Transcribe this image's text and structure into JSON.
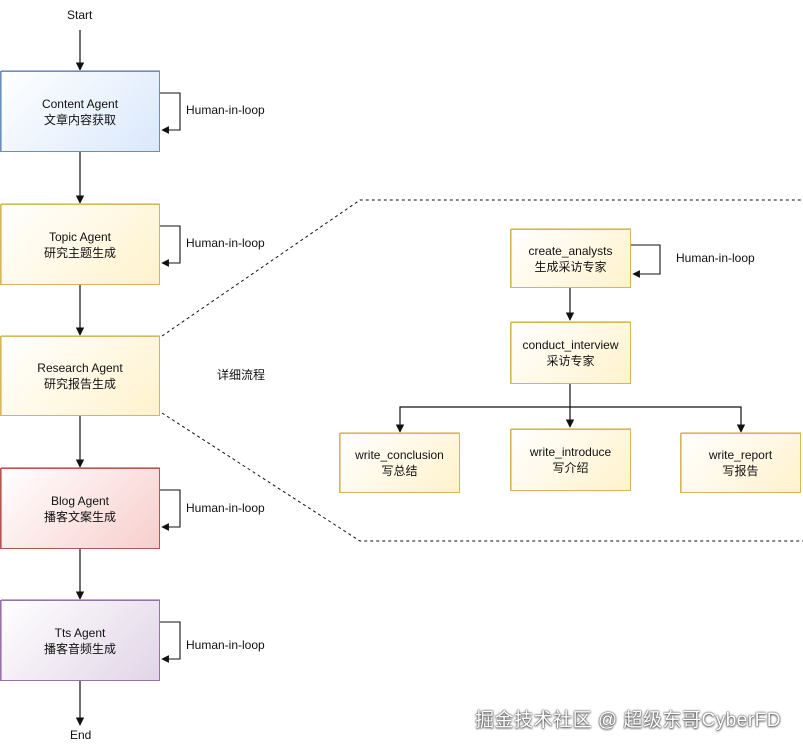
{
  "start_label": "Start",
  "end_label": "End",
  "human_in_loop_label": "Human-in-loop",
  "detail_label": "详细流程",
  "watermark": "掘金技术社区 @ 超级东哥CyberFD",
  "colors": {
    "content_stroke": "#6c8ebf",
    "content_fill": "#dae8fc",
    "agent_stroke": "#d6b656",
    "agent_fill": "#fff2cc",
    "blog_stroke": "#b85450",
    "blog_fill": "#f8cecc",
    "tts_stroke": "#9673a6",
    "tts_fill": "#e1d5e7",
    "sub_stroke": "#d6b656",
    "sub_fill": "#fff2cc"
  },
  "agents": [
    {
      "id": "content",
      "name": "Content Agent",
      "desc": "文章内容获取",
      "human_in_loop": true
    },
    {
      "id": "topic",
      "name": "Topic Agent",
      "desc": "研究主题生成",
      "human_in_loop": true
    },
    {
      "id": "research",
      "name": "Research Agent",
      "desc": "研究报告生成",
      "human_in_loop": false
    },
    {
      "id": "blog",
      "name": "Blog Agent",
      "desc": "播客文案生成",
      "human_in_loop": true
    },
    {
      "id": "tts",
      "name": "Tts Agent",
      "desc": "播客音频生成",
      "human_in_loop": true
    }
  ],
  "research_steps": {
    "create_analysts": {
      "name": "create_analysts",
      "desc": "生成采访专家",
      "human_in_loop": true
    },
    "conduct_interview": {
      "name": "conduct_interview",
      "desc": "采访专家"
    },
    "write_conclusion": {
      "name": "write_conclusion",
      "desc": "写总结"
    },
    "write_introduce": {
      "name": "write_introduce",
      "desc": "写介绍"
    },
    "write_report": {
      "name": "write_report",
      "desc": "写报告"
    }
  }
}
